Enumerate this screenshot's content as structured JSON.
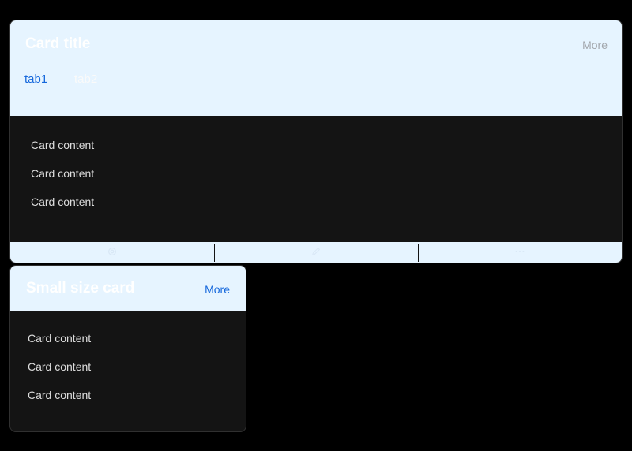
{
  "large_card": {
    "title": "Card title",
    "more_label": "More",
    "tabs": [
      {
        "label": "tab1",
        "active": true
      },
      {
        "label": "tab2",
        "active": false
      }
    ],
    "content": [
      "Card content",
      "Card content",
      "Card content"
    ],
    "actions": [
      {
        "icon": "setting-icon"
      },
      {
        "icon": "edit-icon"
      },
      {
        "icon": "ellipsis-icon"
      }
    ]
  },
  "small_card": {
    "title": "Small size card",
    "more_label": "More",
    "content": [
      "Card content",
      "Card content",
      "Card content"
    ]
  },
  "colors": {
    "page_bg": "#000000",
    "card_header_bg": "#e6f4ff",
    "card_body_bg": "#141414",
    "link_blue": "#1668dc"
  }
}
